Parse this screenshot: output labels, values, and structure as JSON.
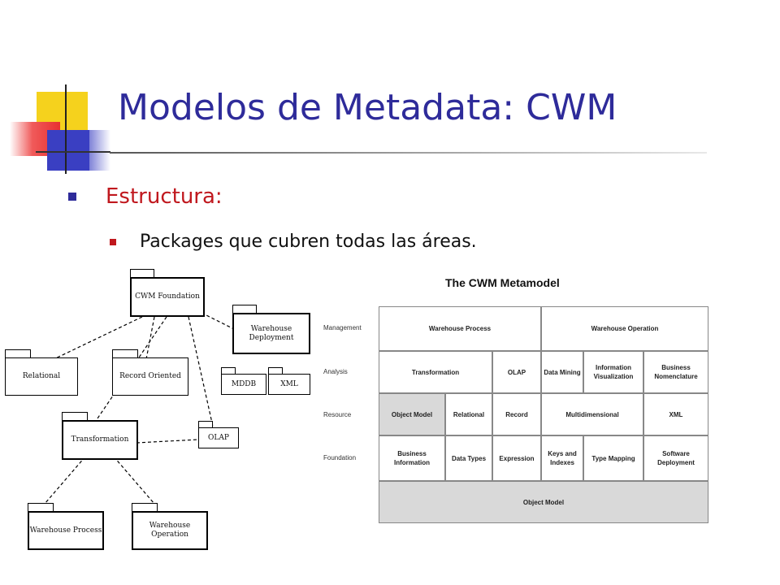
{
  "slide": {
    "title": "Modelos de Metadata: CWM",
    "bullet_level1": "Estructura:",
    "bullet_level2": "Packages que cubren todas las áreas."
  },
  "package_diagram": {
    "packages": {
      "cwm_foundation": "CWM Foundation",
      "warehouse_deployment": "Warehouse Deployment",
      "relational": "Relational",
      "record_oriented": "Record Oriented",
      "mddb": "MDDB",
      "xml": "XML",
      "transformation": "Transformation",
      "olap": "OLAP",
      "warehouse_process": "Warehouse Process",
      "warehouse_operation": "Warehouse Operation"
    }
  },
  "metamodel": {
    "title": "The CWM Metamodel",
    "layers": [
      "Management",
      "Analysis",
      "Resource",
      "Foundation"
    ],
    "management": [
      "Warehouse Process",
      "Warehouse Operation"
    ],
    "analysis": [
      "Transformation",
      "OLAP",
      "Data Mining",
      "Information Visualization",
      "Business Nomenclature"
    ],
    "resource": [
      "Object Model",
      "Relational",
      "Record",
      "Multidimensional",
      "XML"
    ],
    "foundation": [
      "Business Information",
      "Data Types",
      "Expression",
      "Keys and Indexes",
      "Type Mapping",
      "Software Deployment"
    ],
    "base": "Object Model"
  },
  "colors": {
    "title": "#2e2b9a",
    "accent_red": "#c0181e",
    "cell_gray": "#d9d9d9"
  }
}
